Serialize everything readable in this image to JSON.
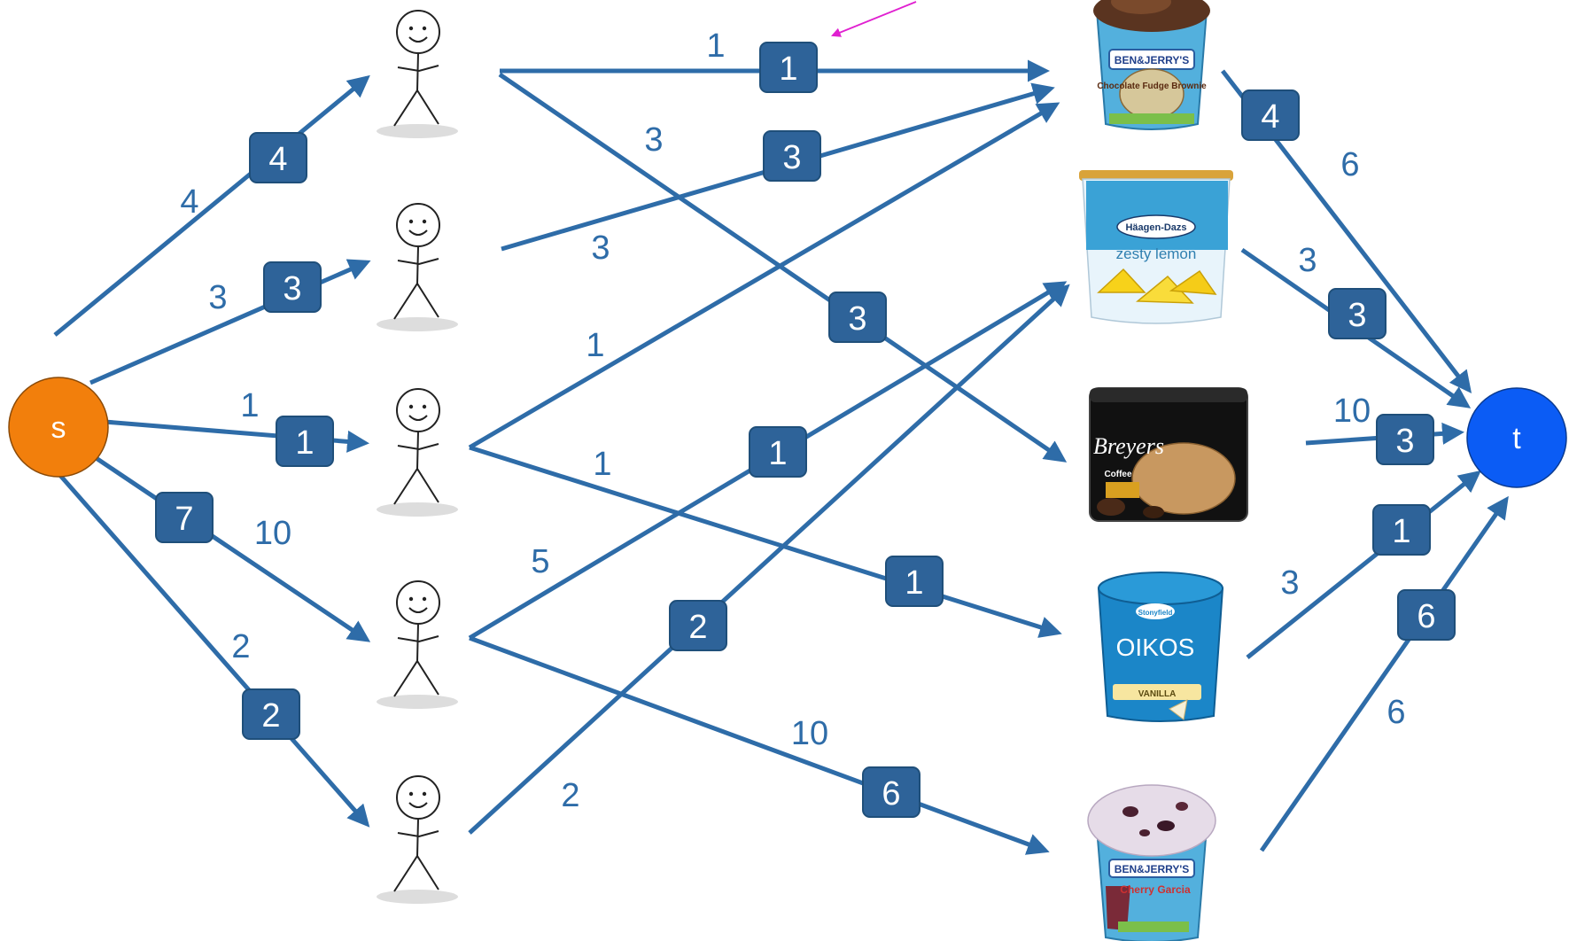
{
  "colors": {
    "edge": "#2e6ca8",
    "box_fill": "#2e6399",
    "box_border": "#1f4f7a",
    "source": "#f27f0c",
    "sink": "#0b5cf5",
    "annotation_arrow": "#e020d0"
  },
  "nodes": {
    "source": {
      "label": "s"
    },
    "sink": {
      "label": "t"
    },
    "people": [
      {
        "icon": "stick-figure-icon"
      },
      {
        "icon": "stick-figure-icon"
      },
      {
        "icon": "stick-figure-icon"
      },
      {
        "icon": "stick-figure-icon"
      },
      {
        "icon": "stick-figure-icon"
      }
    ],
    "flavors": [
      {
        "icon": "ice-cream-pint-icon",
        "brand": "BEN&JERRY'S",
        "name": "Chocolate Fudge Brownie"
      },
      {
        "icon": "ice-cream-pint-icon",
        "brand": "Häagen-Dazs",
        "name": "zesty lemon"
      },
      {
        "icon": "ice-cream-carton-icon",
        "brand": "Breyers",
        "name": "Coffee"
      },
      {
        "icon": "ice-cream-pint-icon",
        "brand": "Stonyfield",
        "name": "OIKOS",
        "subname": "VANILLA"
      },
      {
        "icon": "ice-cream-pint-icon",
        "brand": "BEN&JERRY'S",
        "name": "Cherry Garcia"
      }
    ]
  },
  "edges": {
    "source_to_people": [
      {
        "to": 0,
        "capacity": "4",
        "count": "4"
      },
      {
        "to": 1,
        "capacity": "3",
        "count": "3"
      },
      {
        "to": 2,
        "capacity": "1",
        "count": "1"
      },
      {
        "to": 3,
        "capacity": "7",
        "count": "10"
      },
      {
        "to": 4,
        "capacity": "2",
        "count": "2"
      }
    ],
    "people_to_flavors": [
      {
        "from": 0,
        "to": 0,
        "capacity": "1",
        "count": "1"
      },
      {
        "from": 0,
        "to": 2,
        "capacity": "3",
        "count": "3"
      },
      {
        "from": 1,
        "to": 0,
        "capacity": "3",
        "count": "3"
      },
      {
        "from": 2,
        "to": 0,
        "capacity": "",
        "count": "1"
      },
      {
        "from": 2,
        "to": 3,
        "capacity": "1",
        "count": "1"
      },
      {
        "from": 3,
        "to": 1,
        "capacity": "1",
        "count": "5"
      },
      {
        "from": 3,
        "to": 4,
        "capacity": "6",
        "count": "10"
      },
      {
        "from": 4,
        "to": 1,
        "capacity": "2",
        "count": "2"
      }
    ],
    "flavors_to_sink": [
      {
        "from": 0,
        "capacity": "4",
        "count": "6"
      },
      {
        "from": 1,
        "capacity": "3",
        "count": "3"
      },
      {
        "from": 2,
        "capacity": "3",
        "count": "10"
      },
      {
        "from": 3,
        "capacity": "1",
        "count": "3"
      },
      {
        "from": 4,
        "capacity": "6",
        "count": "6"
      }
    ]
  }
}
